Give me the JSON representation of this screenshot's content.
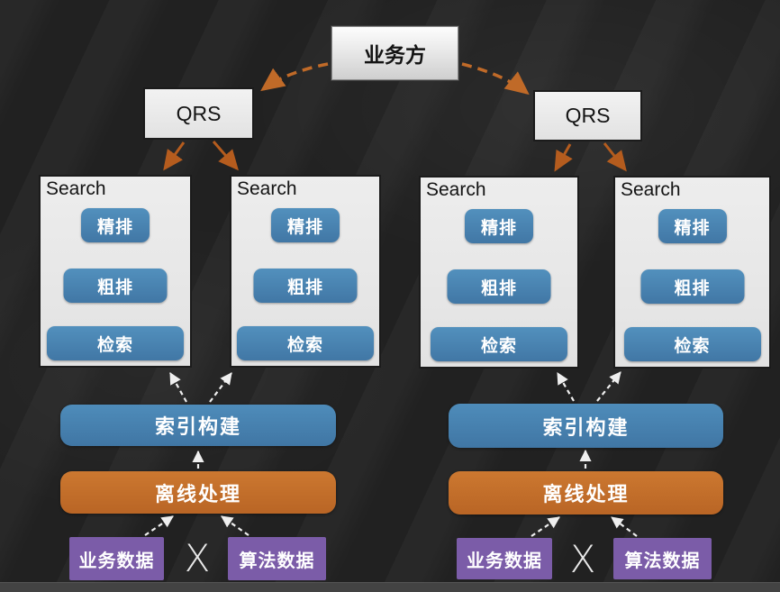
{
  "palette": {
    "background": "#232323",
    "panel_light": "#e7e7e7",
    "blue": "#4684b4",
    "orange": "#c4702b",
    "purple": "#7b5ca8",
    "arrow_orange_dashed": "#c06a28",
    "arrow_orange_solid": "#b55c1e",
    "arrow_brown": "#9c5118",
    "arrow_white": "#efefef"
  },
  "top": {
    "business_label": "业务方",
    "qrs_left_label": "QRS",
    "qrs_right_label": "QRS"
  },
  "search_panel": {
    "title": "Search",
    "stages": [
      "精排",
      "粗排",
      "检索"
    ]
  },
  "pipeline": {
    "index_label": "索引构建",
    "offline_label": "离线处理"
  },
  "sources": {
    "business_data": "业务数据",
    "algorithm_data": "算法数据",
    "join_symbol": "X"
  }
}
